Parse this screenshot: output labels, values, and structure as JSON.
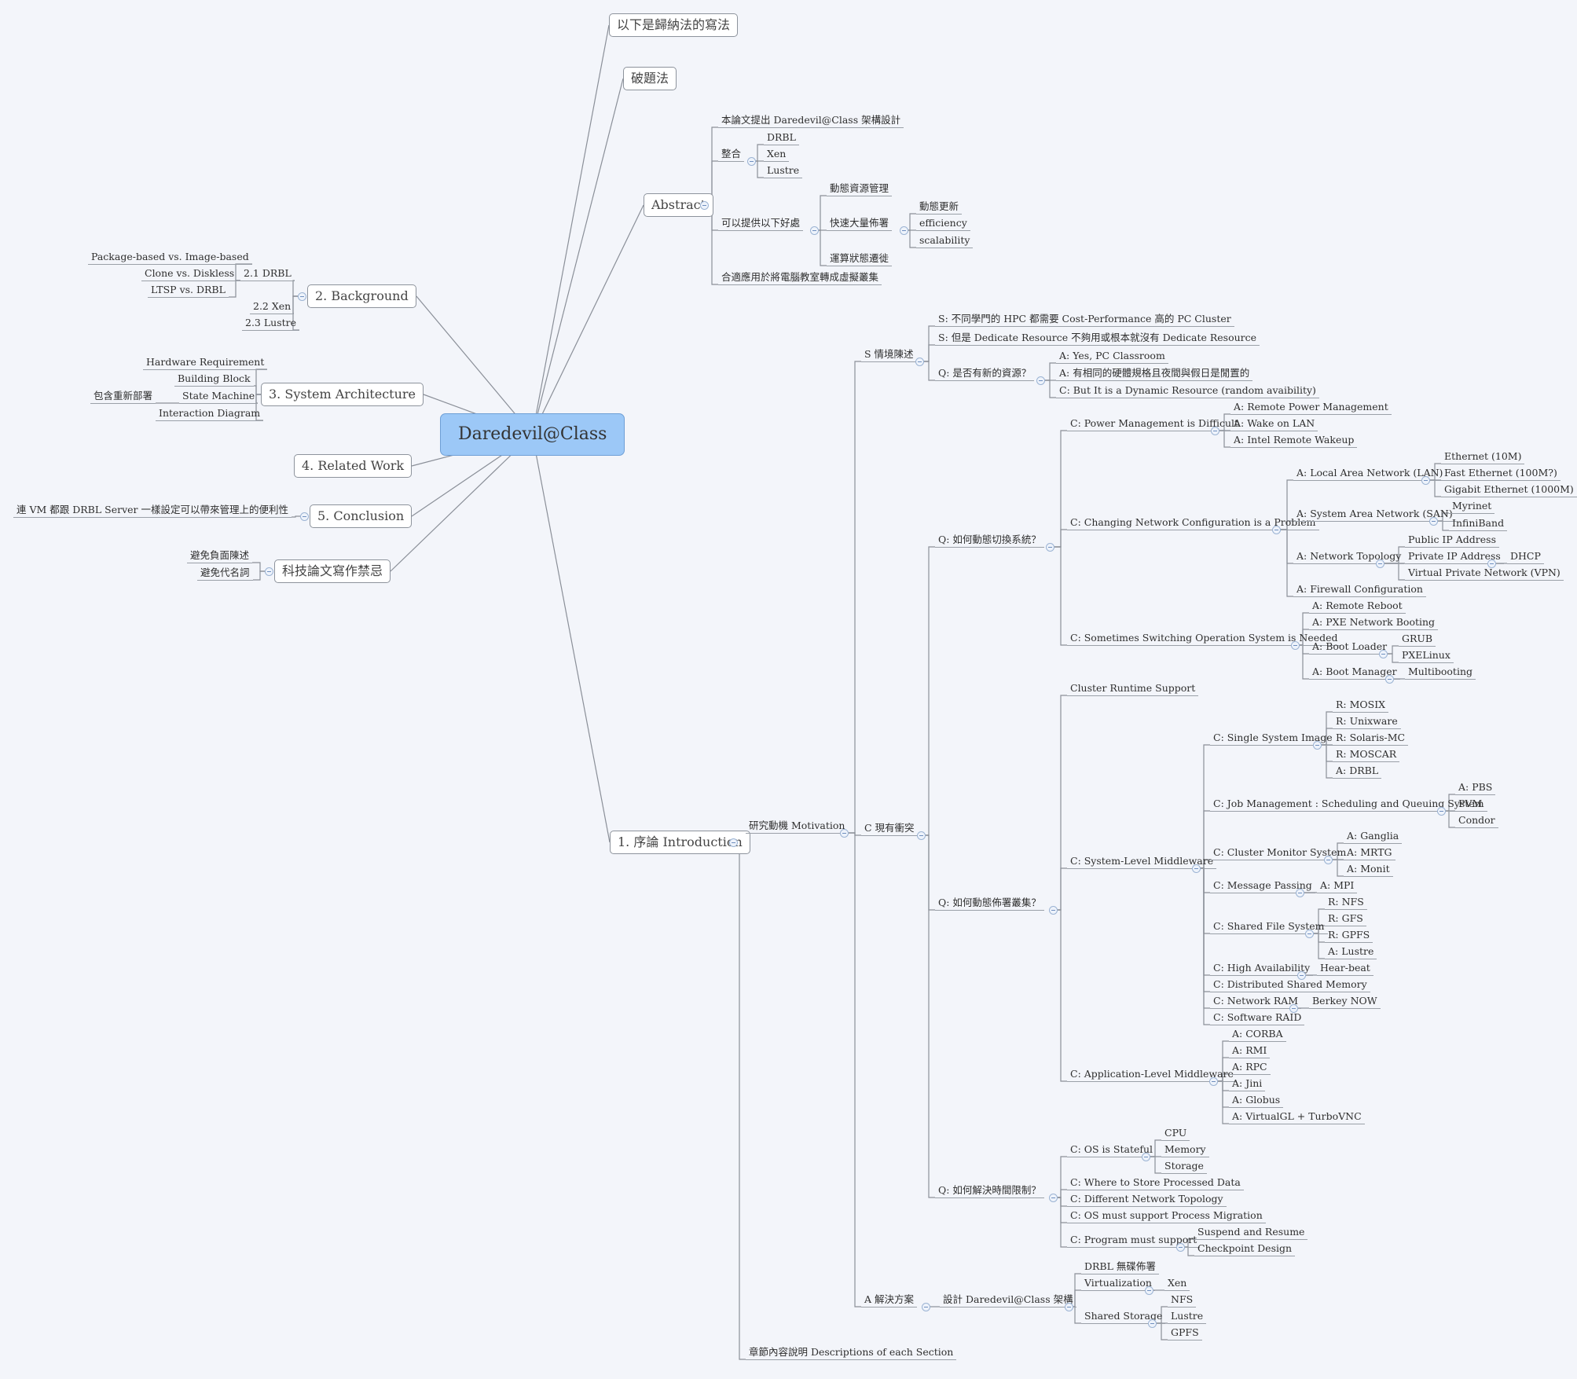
{
  "root": "Daredevil@Class",
  "branches": {
    "inductive": "以下是歸納法的寫法",
    "opening": "破題法",
    "abstract": {
      "label": "Abstract",
      "items": {
        "propose": "本論文提出 Daredevil@Class 架構設計",
        "integrate": "整合",
        "drbl": "DRBL",
        "xen": "Xen",
        "lustre": "Lustre",
        "benefits": "可以提供以下好處",
        "dynres": "動態資源管理",
        "rapid": "快速大量佈署",
        "dynupdate": "動態更新",
        "efficiency": "efficiency",
        "scalability": "scalability",
        "migration": "運算狀態遷徙",
        "apply": "合適應用於將電腦教室轉成虛擬叢集"
      }
    },
    "background": {
      "label": "2. Background",
      "items": {
        "drbl": "2.1 DRBL",
        "pkg": "Package-based vs. Image-based",
        "clone": "Clone vs. Diskless",
        "ltsp": "LTSP vs. DRBL",
        "xen": "2.2 Xen",
        "lustre": "2.3 Lustre"
      }
    },
    "architecture": {
      "label": "3. System Architecture",
      "items": {
        "hw": "Hardware Requirement",
        "bb": "Building Block",
        "sm": "State Machine",
        "redeploy": "包含重新部署",
        "interaction": "Interaction Diagram"
      }
    },
    "related": "4. Related Work",
    "conclusion": {
      "label": "5. Conclusion",
      "item": "連 VM 都跟 DRBL Server 一樣設定可以帶來管理上的便利性"
    },
    "taboo": {
      "label": "科技論文寫作禁忌",
      "items": {
        "negative": "避免負面陳述",
        "pronoun": "避免代名詞"
      }
    },
    "intro": {
      "label": "1. 序論 Introduction",
      "motivation": "研究動機 Motivation",
      "sections": "章節內容說明 Descriptions of each Section",
      "s": {
        "label": "S 情境陳述",
        "s1": "S: 不同學門的 HPC 都需要 Cost-Performance 高的 PC Cluster",
        "s2": "S: 但是 Dedicate Resource 不夠用或根本就沒有 Dedicate Resource",
        "q": "Q: 是否有新的資源？",
        "a1": "A: Yes, PC Classroom",
        "a2": "A: 有相同的硬體規格且夜間與假日是閒置的",
        "c1": "C: But It is a Dynamic Resource (random avaibility)"
      },
      "c": {
        "label": "C 現有衝突",
        "q1": {
          "label": "Q: 如何動態切換系統？",
          "power": "C: Power Management is Difficult",
          "rpm": "A: Remote Power Management",
          "wol": "A: Wake on LAN",
          "irw": "A: Intel Remote Wakeup",
          "net": "C: Changing Network Configuration is a Problem",
          "lan": "A: Local Area Network (LAN)",
          "eth10": "Ethernet (10M)",
          "eth100": "Fast Ethernet (100M?)",
          "eth1000": "Gigabit Ethernet (1000M)",
          "san": "A: System Area Network (SAN)",
          "myrinet": "Myrinet",
          "infiniband": "InfiniBand",
          "topo": "A: Network Topology",
          "pubip": "Public IP Address",
          "privip": "Private IP Address",
          "dhcp": "DHCP",
          "vpn": "Virtual Private Network (VPN)",
          "fw": "A: Firewall Configuration",
          "os": "C: Sometimes Switching Operation System is Needed",
          "reboot": "A: Remote Reboot",
          "pxe": "A: PXE Network Booting",
          "bootloader": "A: Boot Loader",
          "grub": "GRUB",
          "pxelinux": "PXELinux",
          "bootmgr": "A: Boot Manager",
          "multiboot": "Multibooting"
        },
        "q2": {
          "label": "Q: 如何動態佈署叢集？",
          "crs": "Cluster Runtime Support",
          "slm": "C: System-Level Middleware",
          "ssi": "C: Single System Image",
          "mosix": "R: MOSIX",
          "unixware": "R: Unixware",
          "solaris": "R: Solaris-MC",
          "moscar": "R: MOSCAR",
          "adrbl": "A: DRBL",
          "job": "C: Job Management : Scheduling and Queuing System",
          "pbs": "A: PBS",
          "pvm": "PVM",
          "condor": "Condor",
          "cms": "C: Cluster Monitor System",
          "ganglia": "A: Ganglia",
          "mrtg": "A: MRTG",
          "monit": "A: Monit",
          "mp": "C: Message Passing",
          "mpi": "A: MPI",
          "sfs": "C: Shared File System",
          "nfs": "R: NFS",
          "gfs": "R: GFS",
          "gpfs": "R: GPFS",
          "lustre": "A: Lustre",
          "ha": "C: High Availability",
          "heartbeat": "Hear-beat",
          "dsm": "C: Distributed Shared Memory",
          "nram": "C: Network RAM",
          "berkey": "Berkey NOW",
          "raid": "C: Software RAID",
          "alm": "C: Application-Level Middleware",
          "corba": "A: CORBA",
          "rmi": "A: RMI",
          "rpc": "A: RPC",
          "jini": "A: Jini",
          "globus": "A: Globus",
          "vgl": "A: VirtualGL + TurboVNC"
        },
        "q3": {
          "label": "Q: 如何解決時間限制？",
          "stateful": "C: OS is Stateful",
          "cpu": "CPU",
          "memory": "Memory",
          "storage": "Storage",
          "where": "C: Where to Store Processed Data",
          "difftopo": "C: Different Network Topology",
          "procmig": "C: OS must support Process Migration",
          "prog": "C: Program must support",
          "suspend": "Suspend and Resume",
          "checkpoint": "Checkpoint Design"
        }
      },
      "a": {
        "label": "A 解決方案",
        "design": "設計 Daredevil@Class 架構",
        "drbl": "DRBL 無碟佈署",
        "virt": "Virtualization",
        "xen": "Xen",
        "shared": "Shared Storage",
        "nfs": "NFS",
        "lustre": "Lustre",
        "gpfs": "GPFS"
      }
    }
  }
}
